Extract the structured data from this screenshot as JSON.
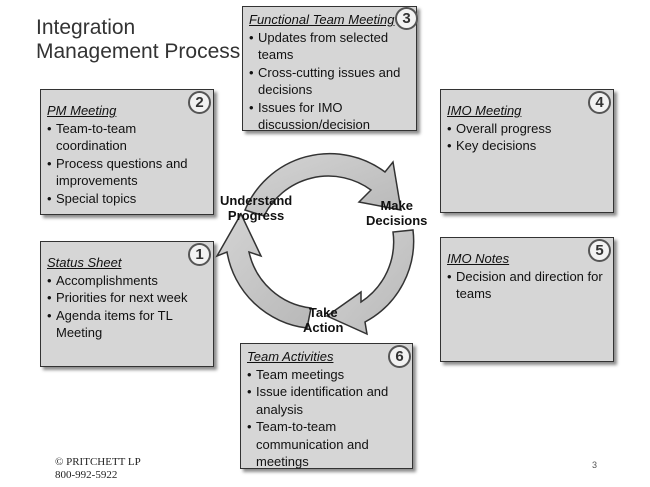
{
  "title": {
    "line1": "Integration",
    "line2": "Management Process"
  },
  "boxes": [
    {
      "number": "1",
      "heading": "Status Sheet",
      "items": [
        "Accomplishments",
        "Priorities for next week",
        "Agenda items for TL Meeting"
      ]
    },
    {
      "number": "2",
      "heading": "PM Meeting",
      "items": [
        "Team-to-team coordination",
        "Process questions and improvements",
        "Special topics"
      ]
    },
    {
      "number": "3",
      "heading": "Functional Team Meeting",
      "items": [
        "Updates from selected teams",
        "Cross-cutting issues and decisions",
        "Issues for IMO discussion/decision"
      ]
    },
    {
      "number": "4",
      "heading": "IMO Meeting",
      "items": [
        "Overall progress",
        "Key decisions"
      ]
    },
    {
      "number": "5",
      "heading": "IMO Notes",
      "items": [
        "Decision and direction for teams"
      ]
    },
    {
      "number": "6",
      "heading": "Team Activities",
      "items": [
        "Team meetings",
        "Issue identification and analysis",
        "Team-to-team communication and meetings"
      ]
    }
  ],
  "cycle": {
    "understand": {
      "line1": "Understand",
      "line2": "Progress"
    },
    "decide": {
      "line1": "Make",
      "line2": "Decisions"
    },
    "act": {
      "line1": "Take",
      "line2": "Action"
    }
  },
  "footer": {
    "copyright": "© PRITCHETT LP",
    "phone": "800-992-5922",
    "page": "3"
  },
  "colors": {
    "box_fill": "#d6d6d6",
    "arrow_fill": "#c8c8c8",
    "border": "#333333"
  }
}
